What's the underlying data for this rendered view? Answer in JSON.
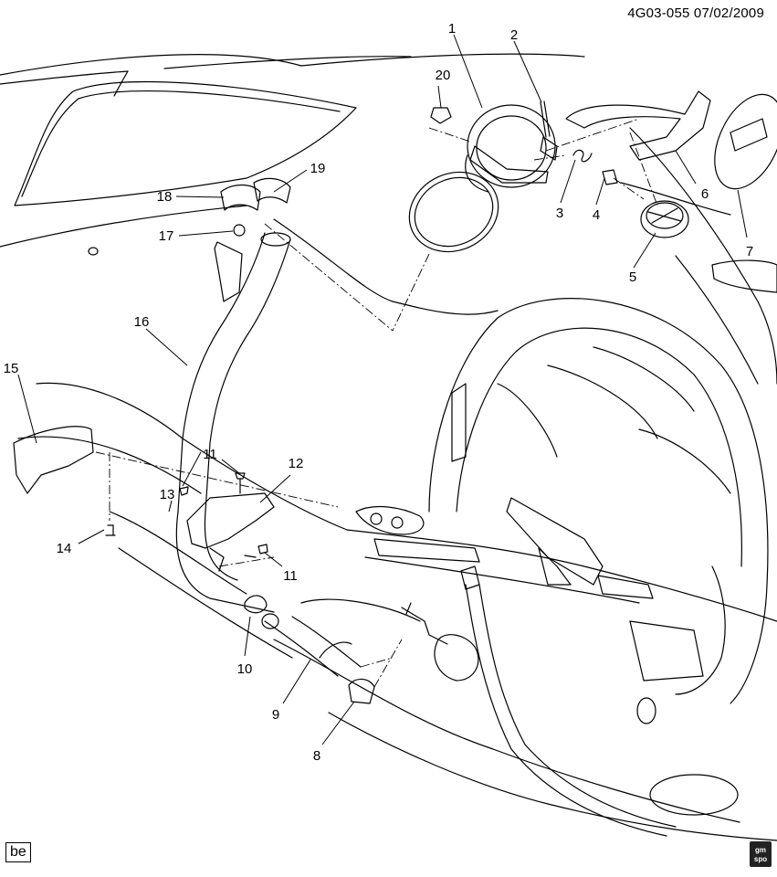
{
  "header": {
    "diagram_code": "4G03-055",
    "date": "07/02/2009"
  },
  "footer": {
    "badge": "be",
    "logo_top": "gm",
    "logo_bottom": "spo"
  },
  "callouts": [
    {
      "num": "1"
    },
    {
      "num": "2"
    },
    {
      "num": "3"
    },
    {
      "num": "4"
    },
    {
      "num": "5"
    },
    {
      "num": "6"
    },
    {
      "num": "7"
    },
    {
      "num": "8"
    },
    {
      "num": "9"
    },
    {
      "num": "10"
    },
    {
      "num": "11"
    },
    {
      "num": "11"
    },
    {
      "num": "12"
    },
    {
      "num": "13"
    },
    {
      "num": "14"
    },
    {
      "num": "15"
    },
    {
      "num": "16"
    },
    {
      "num": "17"
    },
    {
      "num": "18"
    },
    {
      "num": "19"
    },
    {
      "num": "20"
    }
  ]
}
